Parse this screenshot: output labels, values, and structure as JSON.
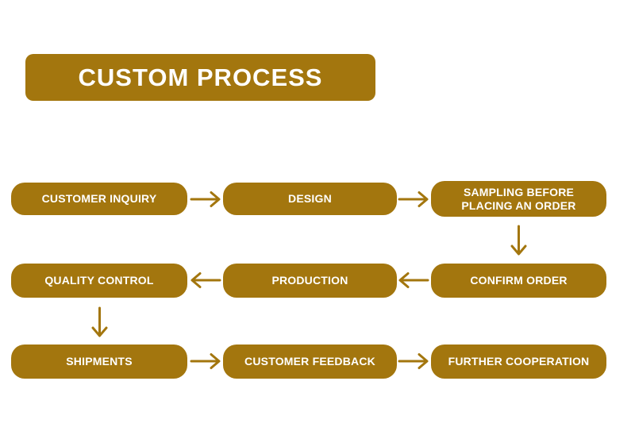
{
  "title": {
    "label": "CUSTOM PROCESS"
  },
  "colors": {
    "box": "#A3760E",
    "arrow": "#A3760E",
    "text": "#FFFFFF",
    "background": "#FFFFFF"
  },
  "nodes": [
    {
      "id": "customer-inquiry",
      "label": "CUSTOMER INQUIRY"
    },
    {
      "id": "design",
      "label": "DESIGN"
    },
    {
      "id": "sampling-before-placing-an-order",
      "label": "SAMPLING BEFORE\nPLACING AN ORDER"
    },
    {
      "id": "confirm-order",
      "label": "CONFIRM ORDER"
    },
    {
      "id": "production",
      "label": "PRODUCTION"
    },
    {
      "id": "quality-control",
      "label": "QUALITY CONTROL"
    },
    {
      "id": "shipments",
      "label": "SHIPMENTS"
    },
    {
      "id": "customer-feedback",
      "label": "CUSTOMER FEEDBACK"
    },
    {
      "id": "further-cooperation",
      "label": "FURTHER COOPERATION"
    }
  ],
  "edges": [
    {
      "from": "customer-inquiry",
      "to": "design",
      "direction": "right"
    },
    {
      "from": "design",
      "to": "sampling-before-placing-an-order",
      "direction": "right"
    },
    {
      "from": "sampling-before-placing-an-order",
      "to": "confirm-order",
      "direction": "down"
    },
    {
      "from": "confirm-order",
      "to": "production",
      "direction": "left"
    },
    {
      "from": "production",
      "to": "quality-control",
      "direction": "left"
    },
    {
      "from": "quality-control",
      "to": "shipments",
      "direction": "down"
    },
    {
      "from": "shipments",
      "to": "customer-feedback",
      "direction": "right"
    },
    {
      "from": "customer-feedback",
      "to": "further-cooperation",
      "direction": "right"
    }
  ]
}
